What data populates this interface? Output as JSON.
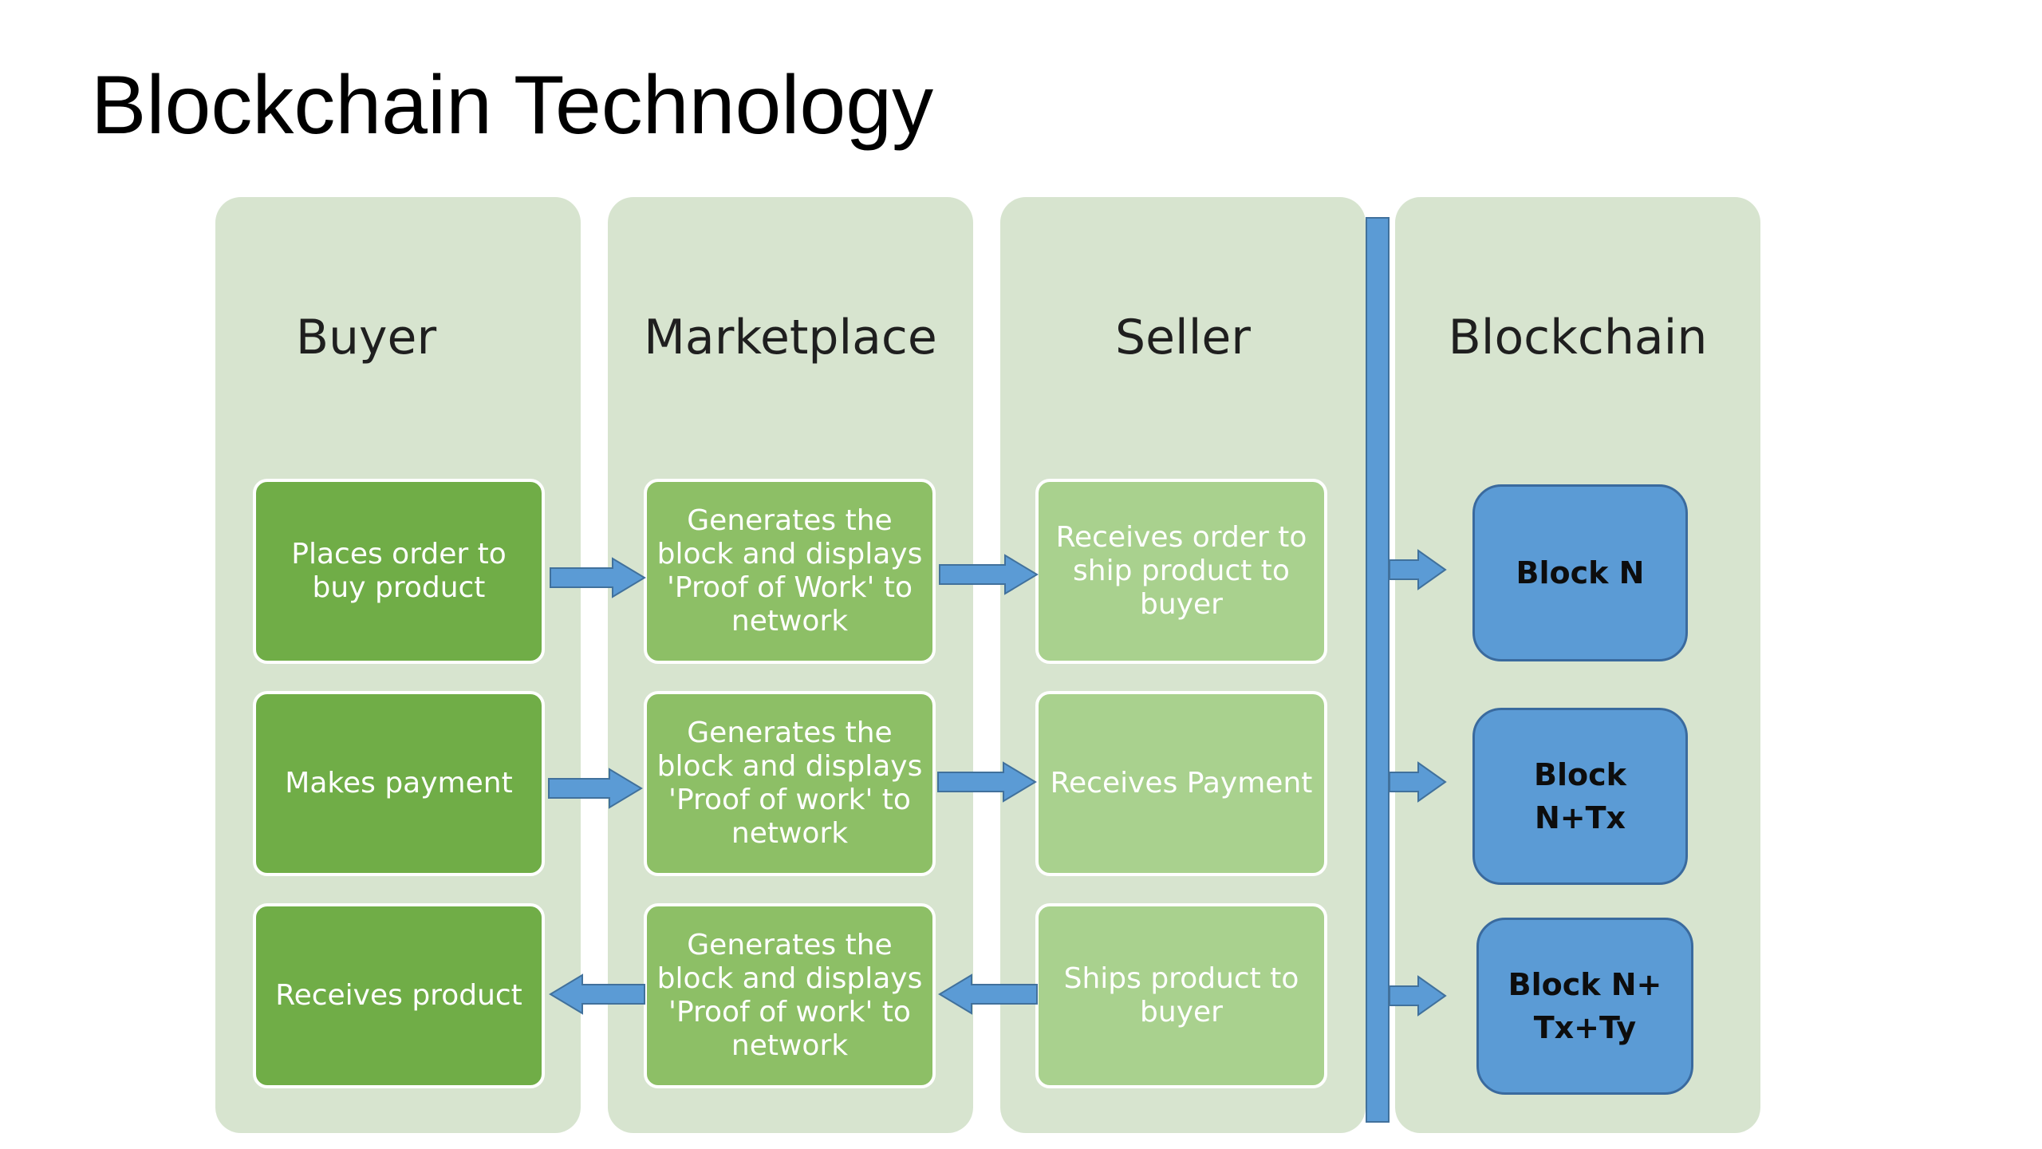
{
  "title": "Blockchain Technology",
  "lanes": [
    {
      "name": "Buyer",
      "steps": [
        {
          "lines": [
            "Places order to",
            "buy product"
          ]
        },
        {
          "lines": [
            "Makes payment"
          ]
        },
        {
          "lines": [
            "Receives product"
          ]
        }
      ]
    },
    {
      "name": "Marketplace",
      "steps": [
        {
          "lines": [
            "Generates the",
            "block and displays",
            "'Proof of Work' to",
            "network"
          ]
        },
        {
          "lines": [
            "Generates the",
            "block and displays",
            "'Proof of work' to",
            "network"
          ]
        },
        {
          "lines": [
            "Generates the",
            "block and displays",
            "'Proof of work' to",
            "network"
          ]
        }
      ]
    },
    {
      "name": "Seller",
      "steps": [
        {
          "lines": [
            "Receives order to",
            "ship product to",
            "buyer"
          ]
        },
        {
          "lines": [
            "Receives Payment"
          ]
        },
        {
          "lines": [
            "Ships product to",
            "buyer"
          ]
        }
      ]
    },
    {
      "name": "Blockchain",
      "blocks": [
        {
          "lines": [
            "Block N"
          ]
        },
        {
          "lines": [
            "Block",
            "N+Tx"
          ]
        },
        {
          "lines": [
            "Block N+",
            "Tx+Ty"
          ]
        }
      ]
    }
  ],
  "colors": {
    "lane_bg": "#d7e4cf",
    "step_dark": "#70ad47",
    "step_mid": "#8dbf66",
    "step_light": "#a9d18e",
    "block": "#5b9bd5",
    "arrow": "#5b9bd5"
  }
}
